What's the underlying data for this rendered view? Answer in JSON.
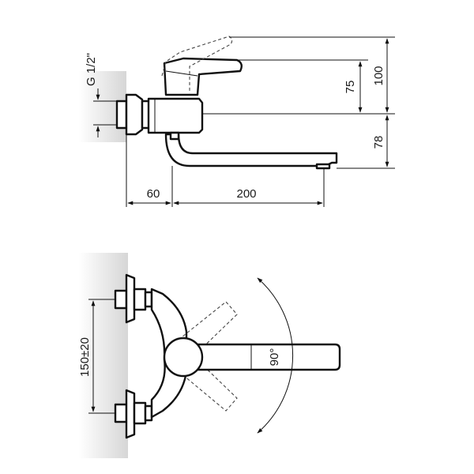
{
  "diagram": {
    "dimensions": {
      "thread_size": "G 1/2\"",
      "dim_wall_to_body": "60",
      "dim_spout_reach": "200",
      "dim_handle_height": "75",
      "dim_total_height": "100",
      "dim_spout_drop": "78",
      "dim_inlet_spacing": "150±20",
      "dim_swivel_angle": "90°"
    },
    "colors": {
      "line": "#111111",
      "wall_shadow": "#d9d9d9",
      "background": "#ffffff"
    }
  }
}
